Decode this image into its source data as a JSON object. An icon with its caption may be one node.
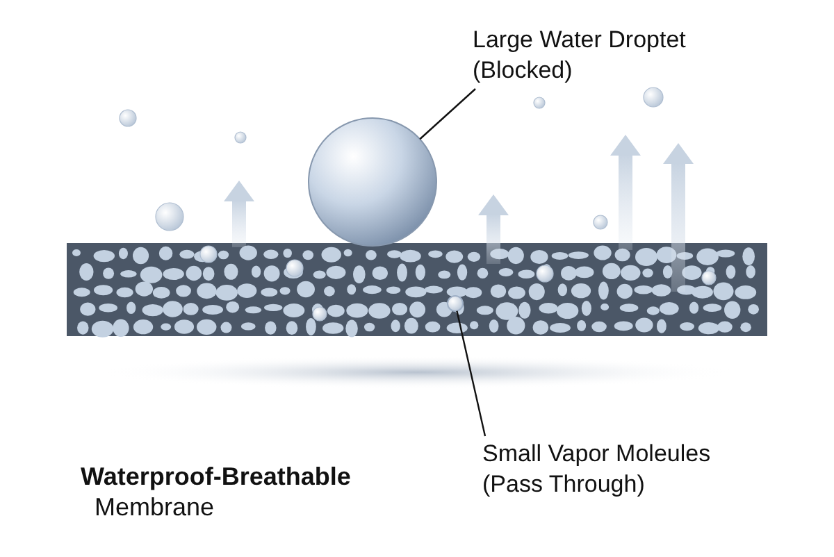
{
  "diagram": {
    "title": "**Waterproof-Breathable** Membrane",
    "nodes": [
      {
        "text": [
          "Large Water Droptet (Blocked)"
        ]
      },
      {
        "text": [],
        "shape": "circle"
      },
      {
        "text": [
          "Small Vapor Moleules (Pass Through)"
        ]
      },
      {
        "text": [],
        "shape": "circle"
      }
    ],
    "edges": [
      {
        "from": 0,
        "to": 1,
        "arrow": "none"
      },
      {
        "from": 2,
        "to": 3,
        "arrow": "none"
      }
    ]
  }
}
